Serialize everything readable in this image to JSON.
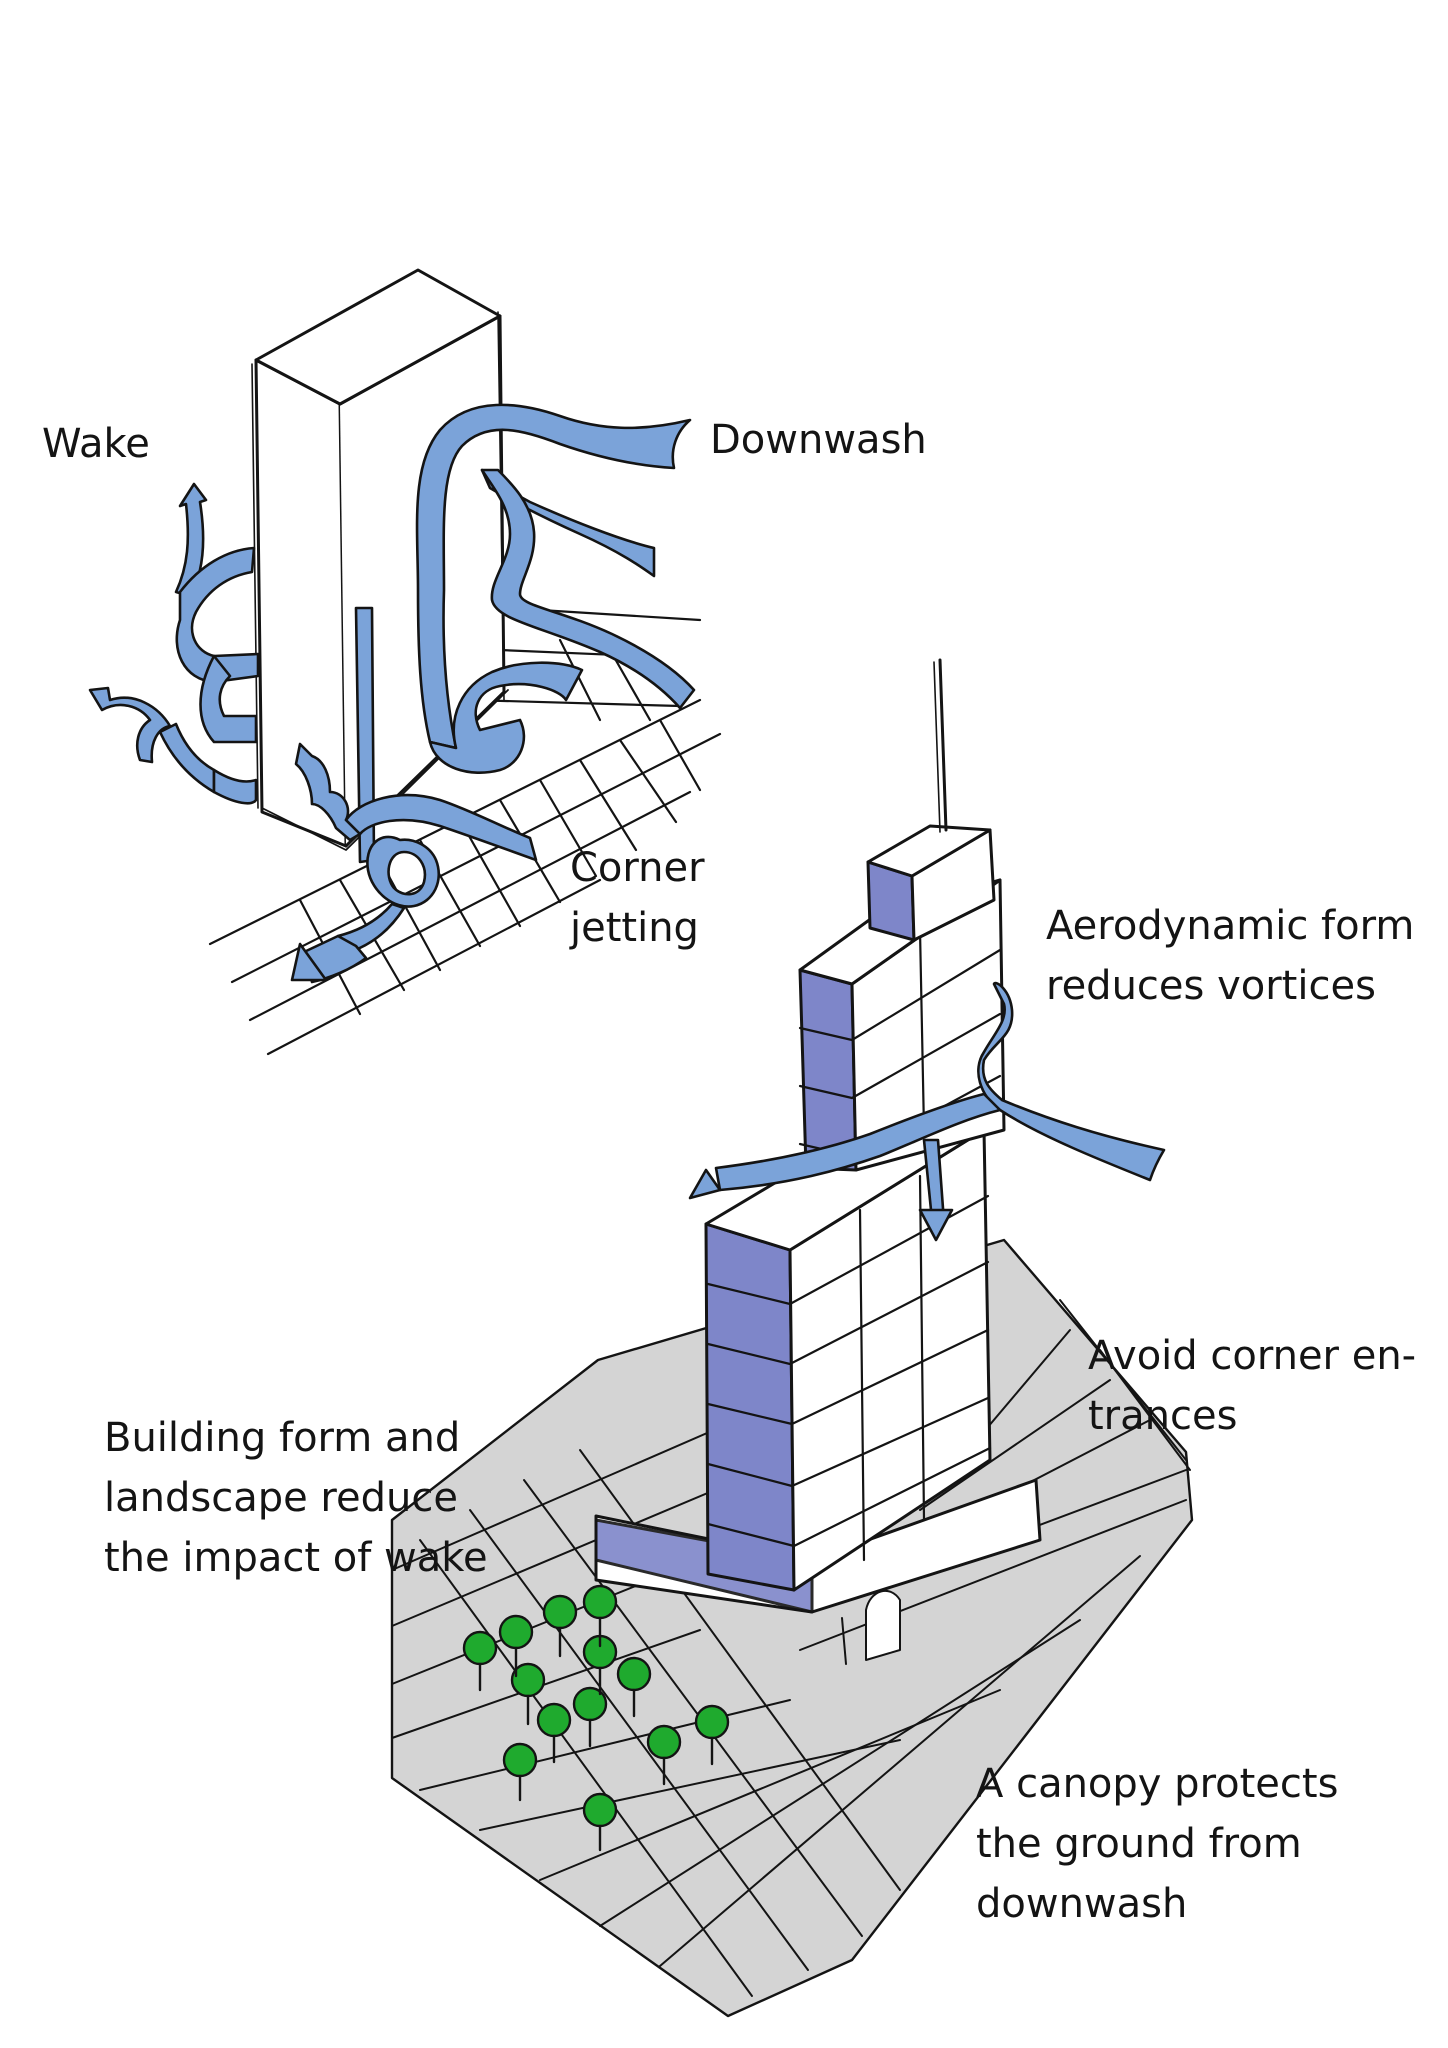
{
  "colors": {
    "airflow": "#7BA3D9",
    "facade_accent": "#7E86C9",
    "ground": "#D4D4D4",
    "trees": "#1FAA2E",
    "ink": "#141414",
    "paper": "#FFFFFF"
  },
  "labels": {
    "wake": [
      "Wake"
    ],
    "downwash": [
      "Downwash"
    ],
    "corner_jetting": [
      "Corner",
      "jetting"
    ],
    "aerodynamic_form": [
      "Aerodynamic form",
      "reduces vortices"
    ],
    "avoid_corner_entrances": [
      "Avoid corner en-",
      "trances"
    ],
    "building_form_landscape": [
      "Building form and",
      "landscape reduce",
      "the impact of wake"
    ],
    "canopy": [
      "A canopy protects",
      "the ground from",
      "downwash"
    ]
  }
}
